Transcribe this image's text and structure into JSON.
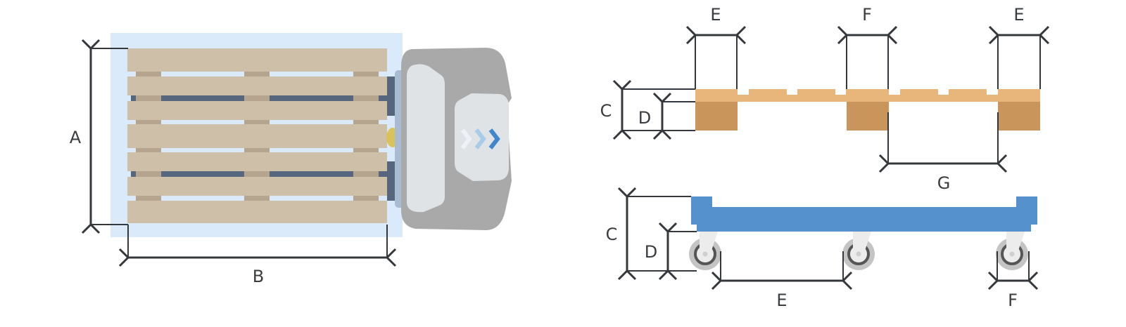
{
  "colors": {
    "zone": "#dbeafb",
    "board": "#cdbfa8",
    "stringer": "#b5a48e",
    "fork": "#56677d",
    "robot_body": "#a9a9a9",
    "robot_panel": "#dfe3e6",
    "pallet_top": "#e8b67a",
    "pallet_block": "#c9955a",
    "cart": "#5491cd",
    "dimension": "#34383c"
  },
  "top_view": {
    "labels": {
      "a": "A",
      "b": "B"
    }
  },
  "pallet_side_view": {
    "labels": {
      "c": "C",
      "d": "D",
      "e_left": "E",
      "f": "F",
      "e_right": "E",
      "g": "G"
    }
  },
  "cart_side_view": {
    "labels": {
      "c": "C",
      "d": "D",
      "e": "E",
      "f": "F"
    }
  }
}
